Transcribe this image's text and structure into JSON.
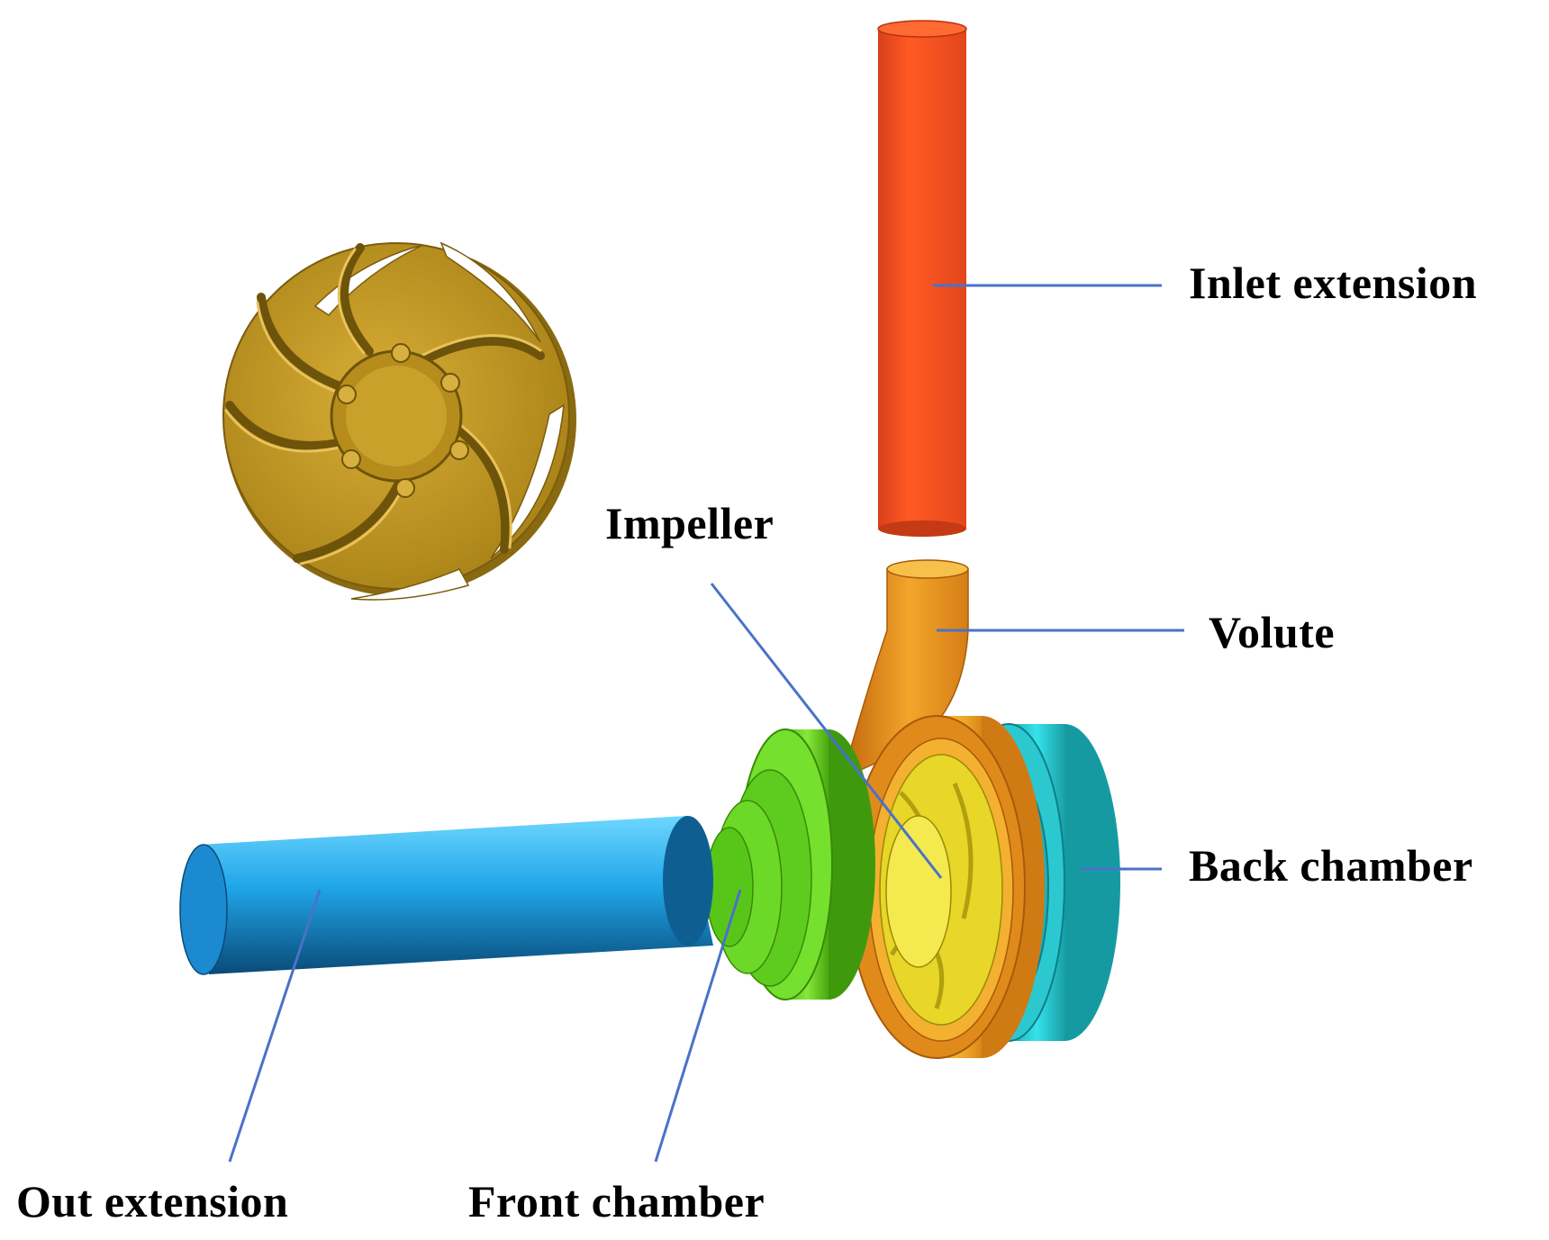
{
  "labels": {
    "inlet_extension": "Inlet extension",
    "impeller": "Impeller",
    "volute": "Volute",
    "back_chamber": "Back chamber",
    "out_extension": "Out extension",
    "front_chamber": "Front chamber"
  },
  "colors": {
    "inlet_extension": "#ee4a1e",
    "volute": "#e8a020",
    "impeller": "#c29a2a",
    "front_chamber": "#6fd82a",
    "back_chamber": "#2fd0d8",
    "out_extension": "#2aa8e8",
    "leader_line": "#4a72c8"
  }
}
